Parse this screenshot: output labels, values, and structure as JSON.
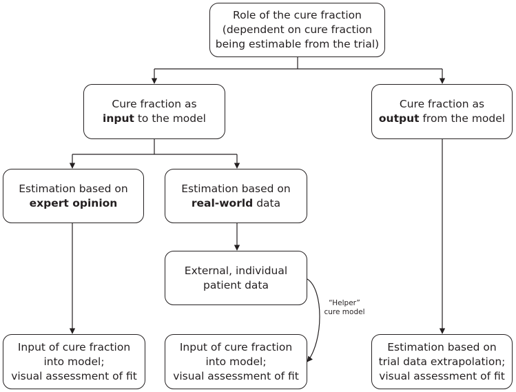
{
  "nodes": {
    "root": {
      "lines": [
        "Role of the cure fraction",
        "(dependent on cure fraction",
        "being estimable from the trial)"
      ]
    },
    "input": {
      "line1": "Cure fraction as",
      "bold": "input",
      "rest": " to the model"
    },
    "output": {
      "line1": "Cure fraction as",
      "bold": "output",
      "rest": " from the model"
    },
    "expert": {
      "line1": "Estimation based on",
      "bold": "expert opinion",
      "rest": ""
    },
    "realworld": {
      "line1": "Estimation based on",
      "bold": "real-world",
      "rest": " data"
    },
    "external": {
      "lines": [
        "External, individual",
        "patient data"
      ]
    },
    "input_fit_left": {
      "lines": [
        "Input of cure fraction",
        "into model;",
        "visual assessment of fit"
      ]
    },
    "input_fit_mid": {
      "lines": [
        "Input of cure fraction",
        "into model;",
        "visual assessment of fit"
      ]
    },
    "trial_extrap": {
      "lines": [
        "Estimation based on",
        "trial data extrapolation;",
        "visual assessment of fit"
      ]
    }
  },
  "edge_label": {
    "line1": "“Helper”",
    "line2": "cure model"
  }
}
